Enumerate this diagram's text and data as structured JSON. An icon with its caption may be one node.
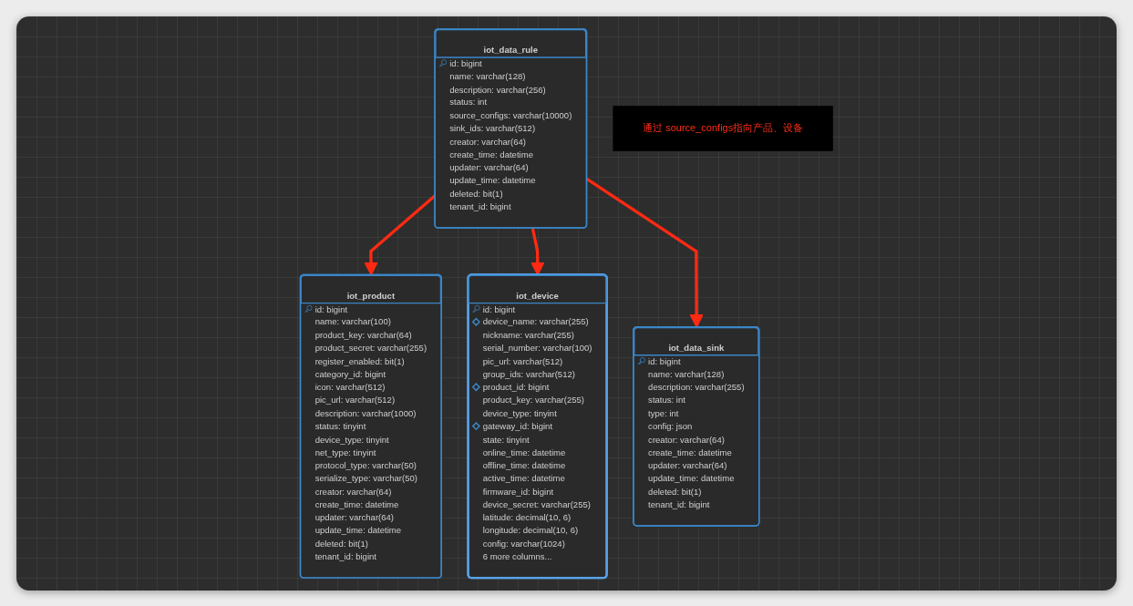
{
  "diagram": {
    "nodes": [
      {
        "text": [
          "iot_product",
          "id: bigint",
          "name: varchar(100)",
          "product_key: varchar(64)",
          "product_secret: varchar(255)",
          "register_enabled: bit(1)",
          "category_id: bigint",
          "icon: varchar(512)",
          "pic_url: varchar(512)",
          "description: varchar(1000)",
          "status: tinyint",
          "device_type: tinyint",
          "net_type: tinyint",
          "protocol_type: varchar(50)",
          "serialize_type: varchar(50)",
          "creator: varchar(64)",
          "create_time: datetime",
          "updater: varchar(64)",
          "update_time: datetime",
          "deleted: bit(1)",
          "tenant_id: bigint"
        ]
      },
      {
        "text": [
          "iot_device",
          "id: bigint",
          "device_name: varchar(255)",
          "nickname: varchar(255)",
          "serial_number: varchar(100)",
          "pic_url: varchar(512)",
          "group_ids: varchar(512)",
          "product_id: bigint",
          "product_key: varchar(255)",
          "device_type: tinyint",
          "gateway_id: bigint",
          "state: tinyint",
          "online_time: datetime",
          "offline_time: datetime",
          "active_time: datetime",
          "firmware_id: bigint",
          "device_secret: varchar(255)",
          "latitude: decimal(10, 6)",
          "longitude: decimal(10, 6)",
          "config: varchar(1024)",
          "6 more columns..."
        ]
      },
      {
        "text": [
          "iot_data_rule",
          "id: bigint",
          "name: varchar(128)",
          "description: varchar(256)",
          "status: int",
          "source_configs: varchar(10000)",
          "sink_ids: varchar(512)",
          "creator: varchar(64)",
          "create_time: datetime",
          "updater: varchar(64)",
          "update_time: datetime",
          "deleted: bit(1)",
          "tenant_id: bigint"
        ]
      },
      {
        "text": [
          "iot_data_sink",
          "id: bigint",
          "name: varchar(128)",
          "description: varchar(255)",
          "status: int",
          "type: int",
          "config: json",
          "creator: varchar(64)",
          "create_time: datetime",
          "updater: varchar(64)",
          "update_time: datetime",
          "deleted: bit(1)",
          "tenant_id: bigint"
        ]
      },
      {
        "text": [
          "通过 source_configs指向产品、设备"
        ]
      }
    ],
    "edges": [
      {
        "from": 2,
        "to": 0,
        "arrow": "to",
        "color": "#ff2a12"
      },
      {
        "from": 2,
        "to": 1,
        "arrow": "to",
        "color": "#ff2a12"
      },
      {
        "from": 2,
        "to": 3,
        "arrow": "to",
        "color": "#ff2a12"
      }
    ]
  }
}
